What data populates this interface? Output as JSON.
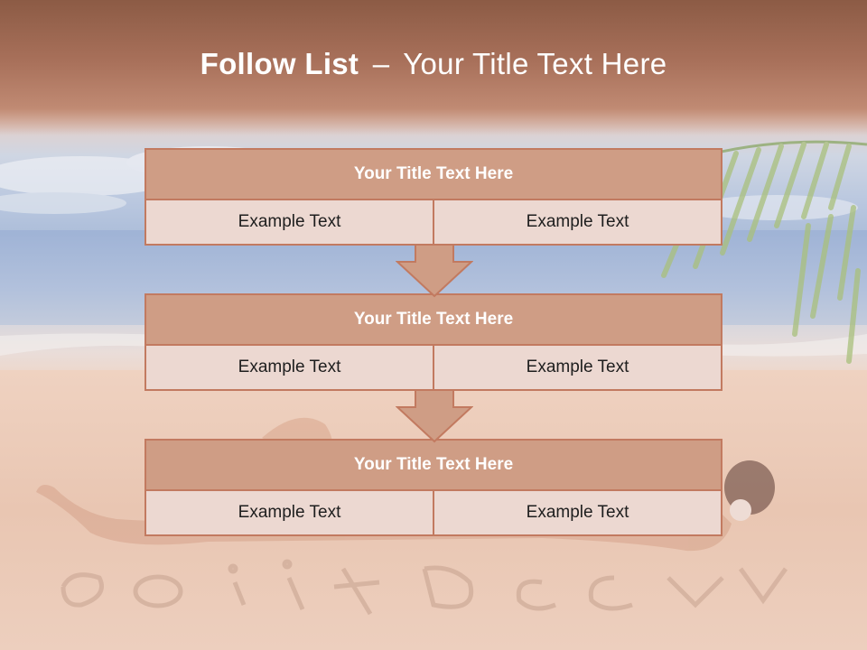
{
  "slide": {
    "title_bold": "Follow List",
    "title_sep": "–",
    "title_rest": "Your Title Text Here"
  },
  "blocks": [
    {
      "title": "Your Title Text Here",
      "left": "Example Text",
      "right": "Example Text"
    },
    {
      "title": "Your Title Text Here",
      "left": "Example Text",
      "right": "Example Text"
    },
    {
      "title": "Your Title Text Here",
      "left": "Example Text",
      "right": "Example Text"
    }
  ],
  "colors": {
    "header_band": "#a8705a",
    "block_head": "#cf9d85",
    "block_body": "#ecd8d1",
    "border": "#c27a60",
    "arrow": "#cf9d85"
  }
}
